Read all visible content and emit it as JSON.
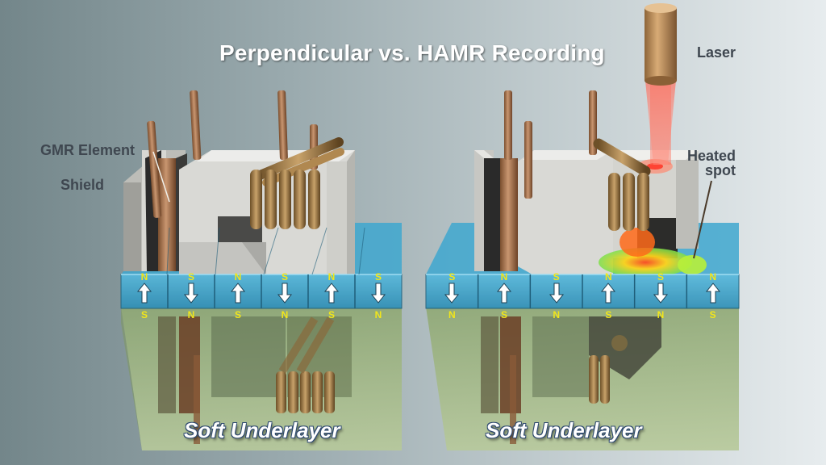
{
  "title": "Perpendicular vs. HAMR Recording",
  "labels": {
    "gmr_element": "GMR Element",
    "shield": "Shield",
    "laser": "Laser",
    "heated_spot": "Heated\nspot",
    "soft_underlayer_left": "Soft Underlayer",
    "soft_underlayer_right": "Soft Underlayer"
  },
  "left_bits": [
    {
      "top": "N",
      "bottom": "S",
      "direction": "up"
    },
    {
      "top": "S",
      "bottom": "N",
      "direction": "down"
    },
    {
      "top": "N",
      "bottom": "S",
      "direction": "up"
    },
    {
      "top": "S",
      "bottom": "N",
      "direction": "down"
    },
    {
      "top": "N",
      "bottom": "S",
      "direction": "up"
    },
    {
      "top": "S",
      "bottom": "N",
      "direction": "down"
    }
  ],
  "right_bits": [
    {
      "top": "S",
      "bottom": "N",
      "direction": "down"
    },
    {
      "top": "N",
      "bottom": "S",
      "direction": "up"
    },
    {
      "top": "S",
      "bottom": "N",
      "direction": "down"
    },
    {
      "top": "N",
      "bottom": "S",
      "direction": "up"
    },
    {
      "top": "S",
      "bottom": "N",
      "direction": "down"
    },
    {
      "top": "N",
      "bottom": "S",
      "direction": "up"
    }
  ],
  "colors": {
    "pole_text": "#f2e61a",
    "media_blue": "#4fb3d6",
    "underlayer_green": "#9fb37a",
    "head_grey": "#d9d9d6",
    "copper": "#b07a52",
    "laser_red": "#ff5a4a",
    "heated_spot": "#e8f020"
  }
}
